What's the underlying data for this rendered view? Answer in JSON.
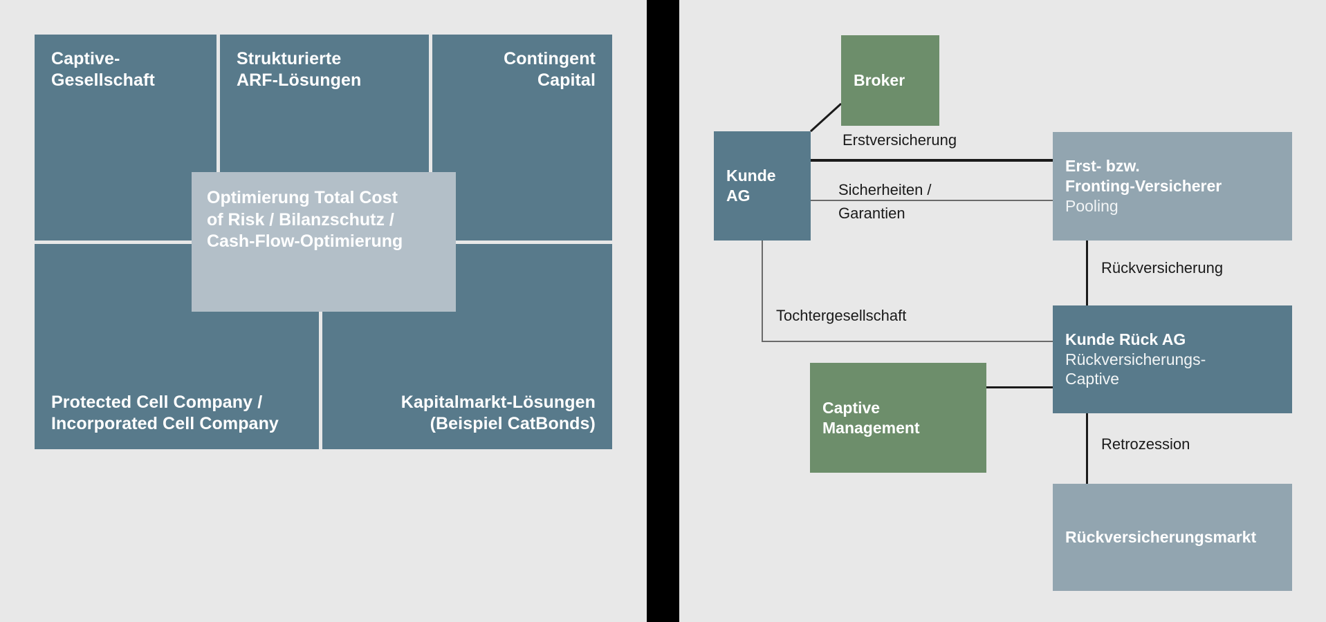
{
  "colors": {
    "background": "#e8e8e8",
    "divider": "#000000",
    "blue": "#587a8b",
    "green": "#6d8e6b",
    "grey_blue": "#92a5b0",
    "overlay": "#b3bfc8",
    "line": "#1a1a1a",
    "line_thin": "#6a6a6a",
    "text_light": "#ffffff",
    "text_dark": "#1a1a1a"
  },
  "left_panel": {
    "cells": [
      {
        "label": "Captive-\nGesellschaft",
        "align": "left"
      },
      {
        "label": "Strukturierte\nARF-Lösungen",
        "align": "left"
      },
      {
        "label": "Contingent\nCapital",
        "align": "right"
      },
      {
        "label": "Protected Cell Company /\nIncorporated Cell Company",
        "align": "left"
      },
      {
        "label": "Kapitalmarkt-Lösungen\n(Beispiel CatBonds)",
        "align": "right"
      }
    ],
    "overlay": {
      "label": "Optimierung Total Cost\nof Risk / Bilanzschutz /\nCash-Flow-Optimierung"
    }
  },
  "right_panel": {
    "nodes": [
      {
        "id": "broker",
        "title": "Broker",
        "sub": ""
      },
      {
        "id": "kunde-ag",
        "title": "Kunde\nAG",
        "sub": ""
      },
      {
        "id": "fronting",
        "title": "Erst- bzw.\nFronting-Versicherer",
        "sub": "Pooling"
      },
      {
        "id": "kunde-rueck-ag",
        "title": "Kunde Rück AG",
        "sub": "Rückversicherungs-\nCaptive"
      },
      {
        "id": "captive-mgmt",
        "title": "Captive\nManagement",
        "sub": ""
      },
      {
        "id": "rueck-markt",
        "title": "Rückversicherungsmarkt",
        "sub": ""
      }
    ],
    "edge_labels": {
      "erstversicherung": "Erstversicherung",
      "sicherheiten": "Sicherheiten /",
      "garantien": "Garantien",
      "rueckversicherung": "Rückversicherung",
      "tochtergesellschaft": "Tochtergesellschaft",
      "retrozession": "Retrozession"
    }
  }
}
